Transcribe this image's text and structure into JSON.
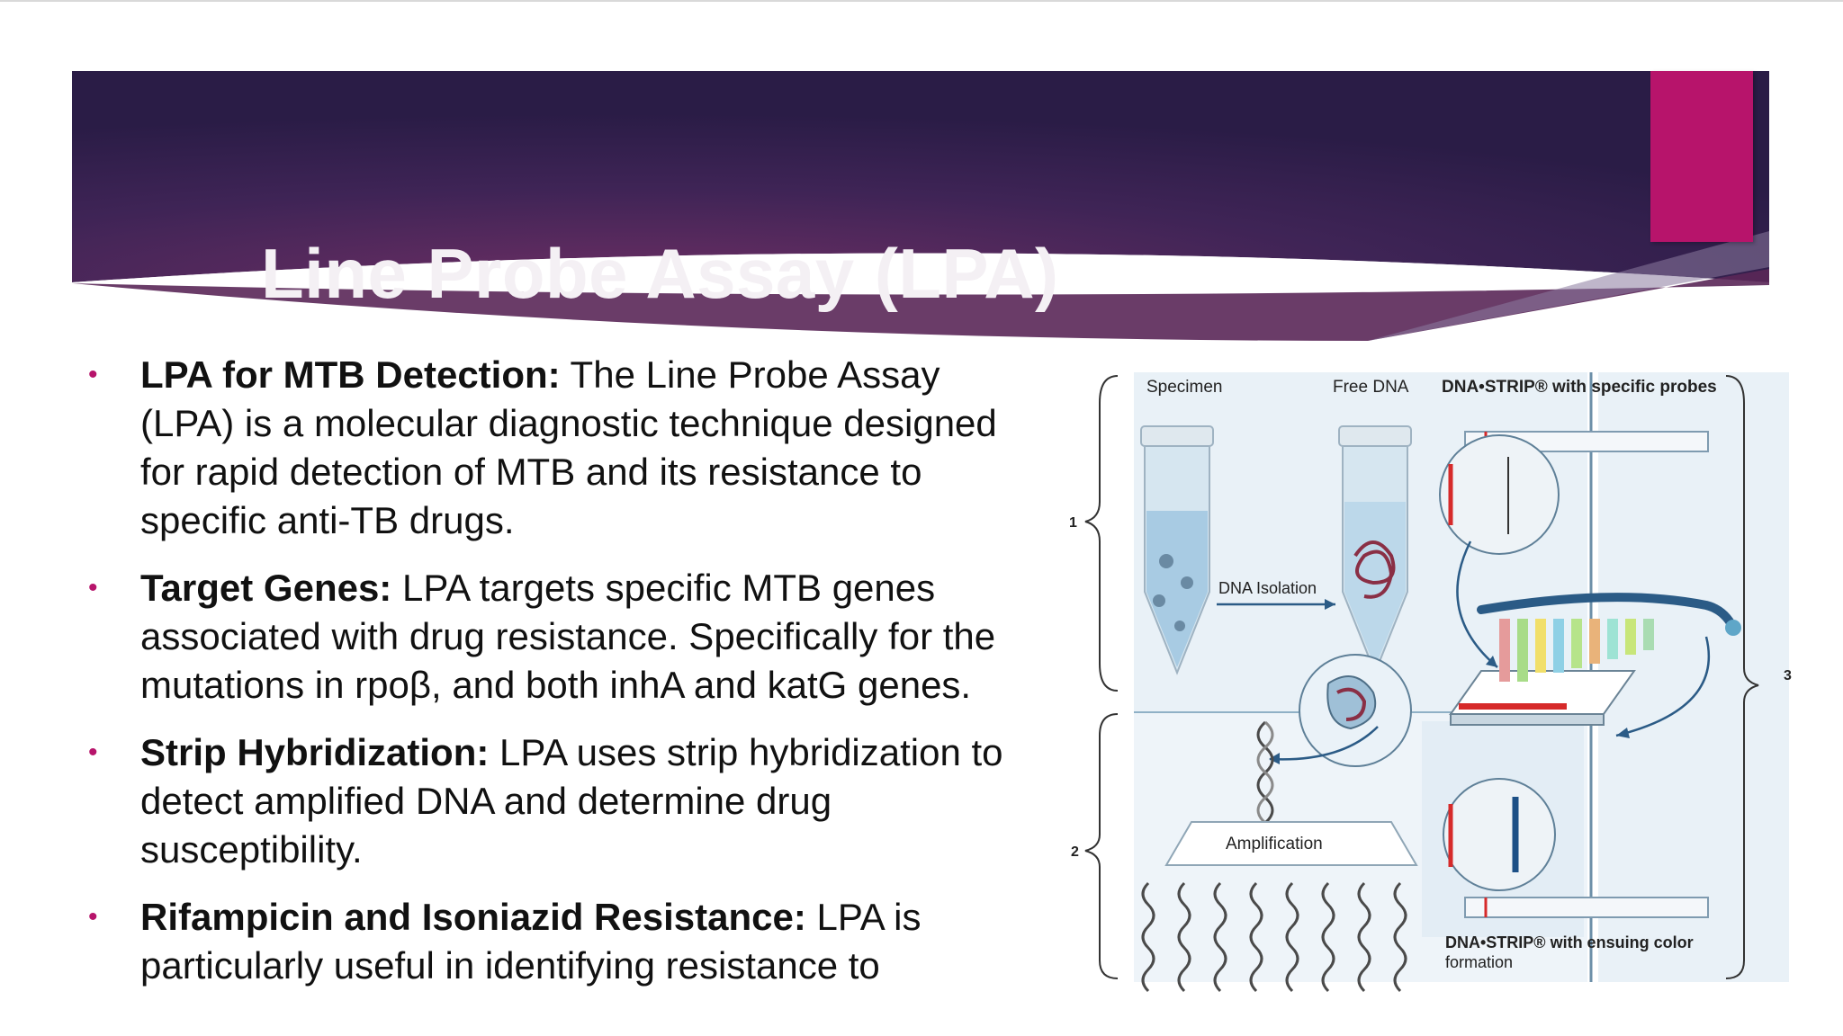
{
  "slide": {
    "title": "Line Probe Assay (LPA)",
    "colors": {
      "header_dark": "#2c1d4a",
      "header_light": "#6a2e63",
      "accent": "#b7146b",
      "bullet": "#b7146b",
      "text": "#111111"
    }
  },
  "bullets": [
    {
      "heading": "LPA for MTB Detection:",
      "text": " The Line Probe Assay (LPA) is a molecular diagnostic technique designed for rapid detection of MTB and its resistance to specific anti-TB drugs."
    },
    {
      "heading": "Target Genes:",
      "text": " LPA targets specific MTB genes associated with drug resistance. Specifically for the mutations in rpoβ, and both inhA and katG genes."
    },
    {
      "heading": "Strip Hybridization:",
      "text": " LPA uses strip hybridization to detect amplified DNA and determine drug susceptibility."
    },
    {
      "heading": "Rifampicin and Isoniazid Resistance:",
      "text": " LPA is particularly useful in identifying resistance to"
    }
  ],
  "figure": {
    "specimen": "Specimen",
    "free_dna": "Free DNA",
    "strip_probes": "DNA•STRIP® with specific probes",
    "dna_isolation": "DNA Isolation",
    "amplification": "Amplification",
    "strip_color_1": "DNA•STRIP® with ensuing color",
    "strip_color_2": "formation",
    "step_1": "1",
    "step_2": "2",
    "step_3": "3"
  }
}
